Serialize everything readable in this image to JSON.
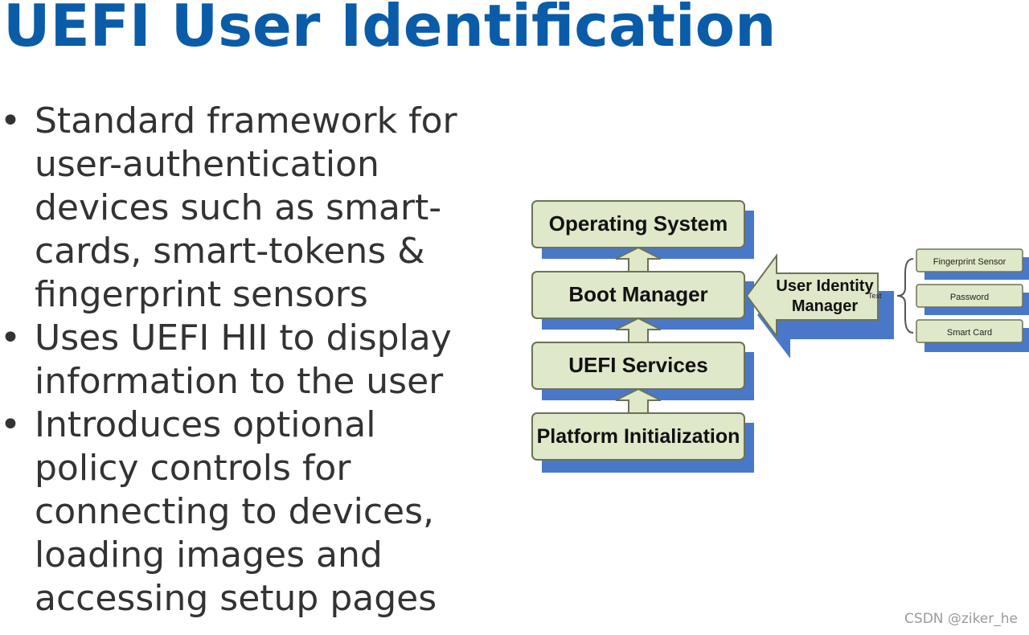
{
  "slide": {
    "title": "UEFI User Identification",
    "bullets": [
      [
        "Standard framework for",
        "user-authentication",
        "devices such as smart-",
        "cards, smart-tokens &",
        "fingerprint sensors"
      ],
      [
        "Uses UEFI HII to display",
        "information to the user"
      ],
      [
        "Introduces optional",
        "policy controls for",
        "connecting to devices,",
        "loading images and",
        "accessing setup pages"
      ]
    ]
  },
  "diagram": {
    "stack": [
      "Operating System",
      "Boot Manager",
      "UEFI Services",
      "Platform Initialization"
    ],
    "uim": [
      "User Identity",
      "Manager"
    ],
    "uim_note": "Text",
    "devices": [
      "Fingerprint Sensor",
      "Password",
      "Smart Card"
    ],
    "colors": {
      "box_fill": "#dfe8c8",
      "box_stroke": "#6b7357",
      "shadow": "#4a78c8"
    }
  },
  "watermark": "CSDN @ziker_he"
}
